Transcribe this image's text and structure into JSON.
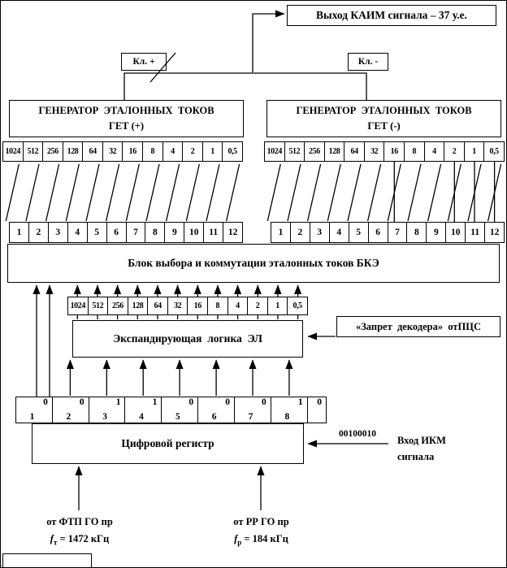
{
  "output": {
    "label": "Выход КАИМ сигнала – 37 у.е."
  },
  "switches": {
    "plus": "Кл. +",
    "minus": "Кл. -"
  },
  "gen_plus": {
    "line1": "ГЕНЕРАТОР  ЭТАЛОННЫХ  ТОКОВ",
    "line2": "ГЕТ (+)"
  },
  "gen_minus": {
    "line1": "ГЕНЕРАТОР  ЭТАЛОННЫХ  ТОКОВ",
    "line2": "ГЕТ (-)"
  },
  "weights": [
    "1024",
    "512",
    "256",
    "128",
    "64",
    "32",
    "16",
    "8",
    "4",
    "2",
    "1",
    "0,5"
  ],
  "channels": [
    "1",
    "2",
    "3",
    "4",
    "5",
    "6",
    "7",
    "8",
    "9",
    "10",
    "11",
    "12"
  ],
  "bke": {
    "label": "Блок выбора и коммутации эталонных токов БКЭ"
  },
  "el": {
    "label": "Экспандирующая  логика  ЭЛ"
  },
  "zapret": {
    "label": "«Запрет  декодера»  отПЦС"
  },
  "register": {
    "label": "Цифровой регистр",
    "cells": [
      {
        "num": "1",
        "bit": "0"
      },
      {
        "num": "2",
        "bit": "0"
      },
      {
        "num": "3",
        "bit": "1"
      },
      {
        "num": "4",
        "bit": "1"
      },
      {
        "num": "5",
        "bit": "0"
      },
      {
        "num": "6",
        "bit": "0"
      },
      {
        "num": "7",
        "bit": "0"
      },
      {
        "num": "8",
        "bit": "1"
      }
    ],
    "extra_bit": "0"
  },
  "ikm": {
    "code": "00100010",
    "line1": "Вход ИКМ",
    "line2": "сигнала"
  },
  "sources": {
    "ftp": {
      "line1": "от ФТП ГО пр",
      "f": "f",
      "sub": "т",
      "value": "= 1472 кГц"
    },
    "rr": {
      "line1": "от РР ГО пр",
      "f": "f",
      "sub": "р",
      "value": "= 184 кГц"
    }
  },
  "colors": {
    "line": "#000000",
    "background": "#ffffff"
  }
}
